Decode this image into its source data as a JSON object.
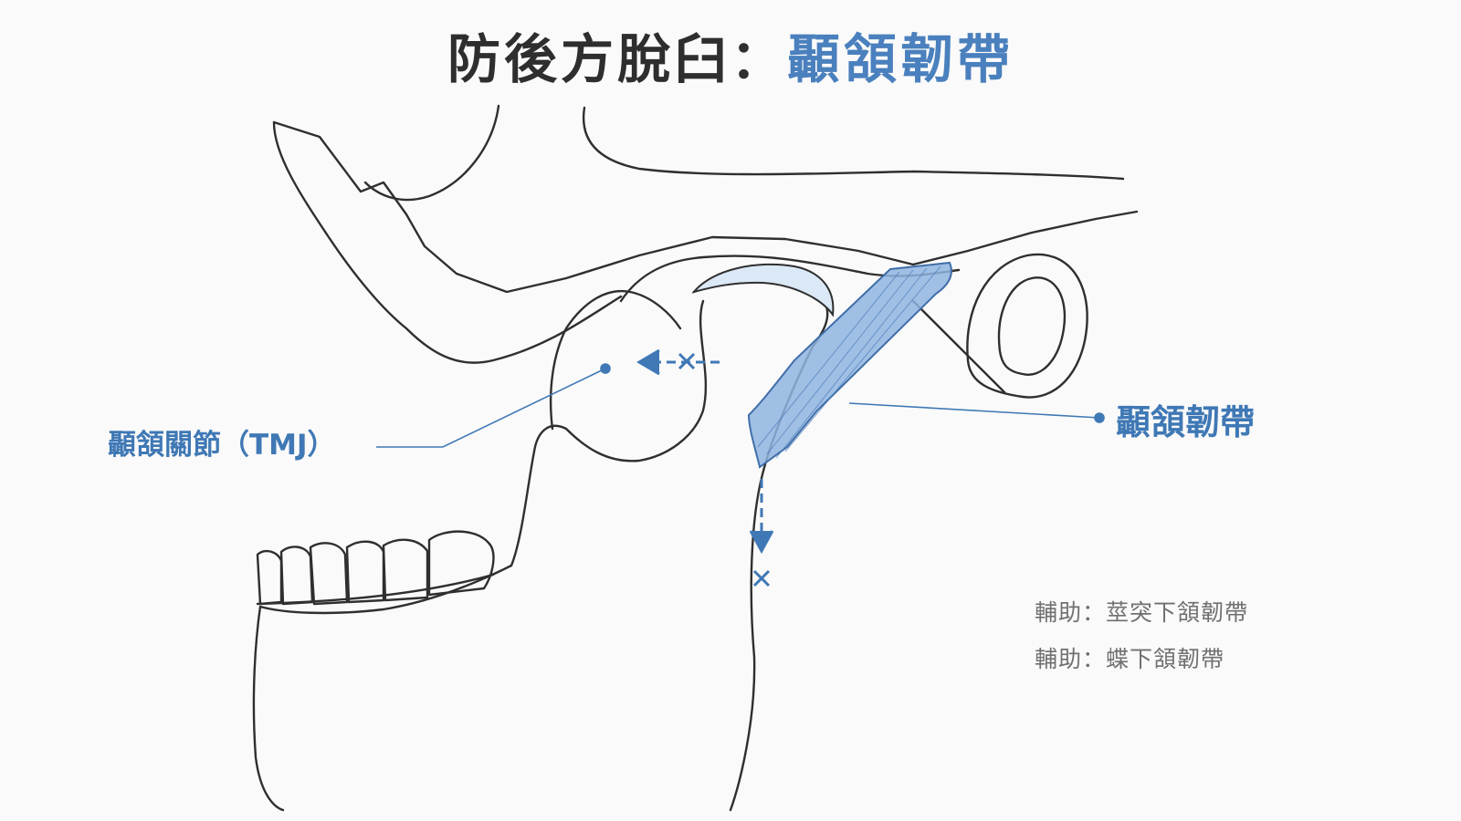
{
  "title": {
    "dark": "防後方脫臼：",
    "blue": "顳頷韌帶"
  },
  "labels": {
    "tmj": "顳頷關節（TMJ）",
    "ligament": "顳頷韌帶"
  },
  "notes": [
    "輔助：莖突下頷韌帶",
    "輔助：蝶下頷韌帶"
  ],
  "colors": {
    "accent": "#4a80bd",
    "ligament_fill": "#8fb4e0",
    "line": "#2f2f2f"
  }
}
